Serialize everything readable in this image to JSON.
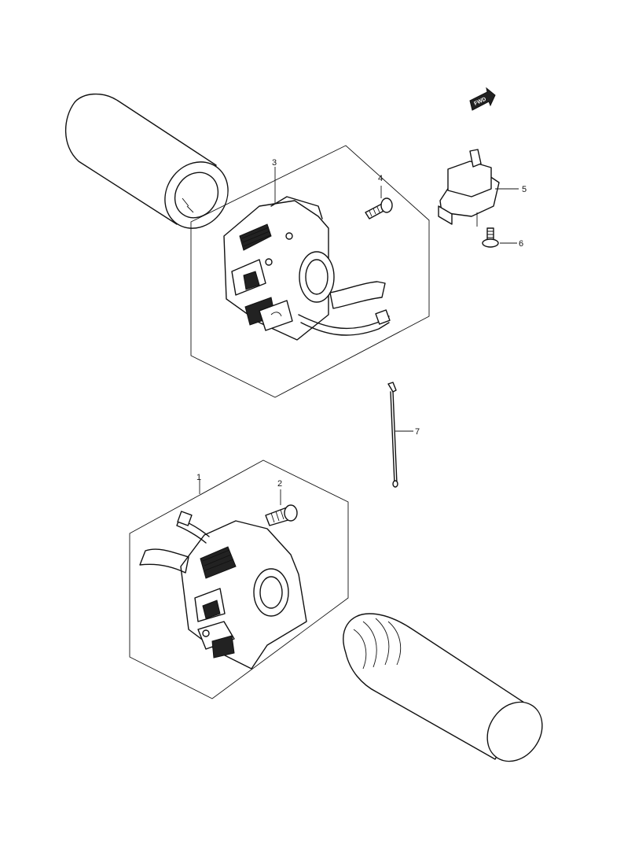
{
  "fwd_label": "FWD",
  "callouts": [
    {
      "id": "1",
      "label": "1"
    },
    {
      "id": "2",
      "label": "2"
    },
    {
      "id": "3",
      "label": "3"
    },
    {
      "id": "4",
      "label": "4"
    },
    {
      "id": "5",
      "label": "5"
    },
    {
      "id": "6",
      "label": "6"
    },
    {
      "id": "7",
      "label": "7"
    }
  ]
}
